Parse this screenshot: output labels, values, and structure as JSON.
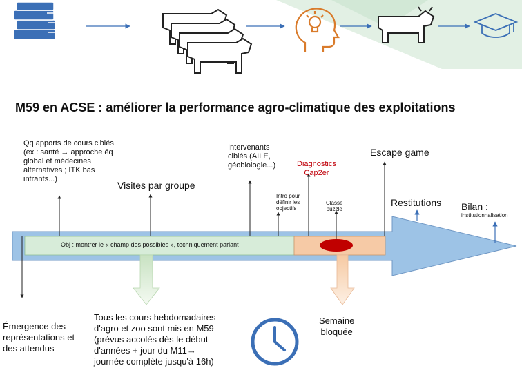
{
  "title": "M59 en ACSE : améliorer la performance agro-climatique des exploitations",
  "objective": "Obj : montrer le « champ des possibles », techniquement parlant",
  "labels": {
    "apports": "Qq apports de cours ciblés\n (ex : santé → approche éq\n global et médecines\n alternatives ; ITK bas\n intrants...)",
    "visites": "Visites par groupe",
    "intervenants": "Intervenants\nciblés (AILE,\ngéobiologie...)",
    "diagnostics": "Diagnostics\nCap2er",
    "intro": "Intro pour\ndéfinir les\nobjectifs",
    "classe_puzzle": "Classe\npuzzle",
    "escape_game": "Escape  game",
    "restitutions": "Restitutions",
    "bilan": "Bilan :",
    "bilan_detail": "institutionnalisation",
    "emergence": "Émergence des\nreprésentations et\n des attendus",
    "cours": "Tous les cours hebdomadaires\n d'agro et zoo sont mis en M59\n (prévus accolés dès le début\nd'années + jour du M11→\njournée complète jusqu'à 16h)",
    "semaine": "Semaine\nbloquée"
  },
  "colors": {
    "arrow": "#9dc3e6",
    "arrow_edge": "#6f97c4",
    "bar": "#d7ecd9",
    "box": "#f6caa6",
    "ellipse": "#c00000",
    "icon_dark": "#222222",
    "icon_blue": "#3b6fb6",
    "icon_orange": "#d97b2b",
    "accent_band": "#e2f0e4"
  },
  "icons": [
    "books-icon",
    "cow-herd-icon",
    "idea-head-icon",
    "cow-icon",
    "graduation-cap-icon",
    "clock-icon"
  ]
}
